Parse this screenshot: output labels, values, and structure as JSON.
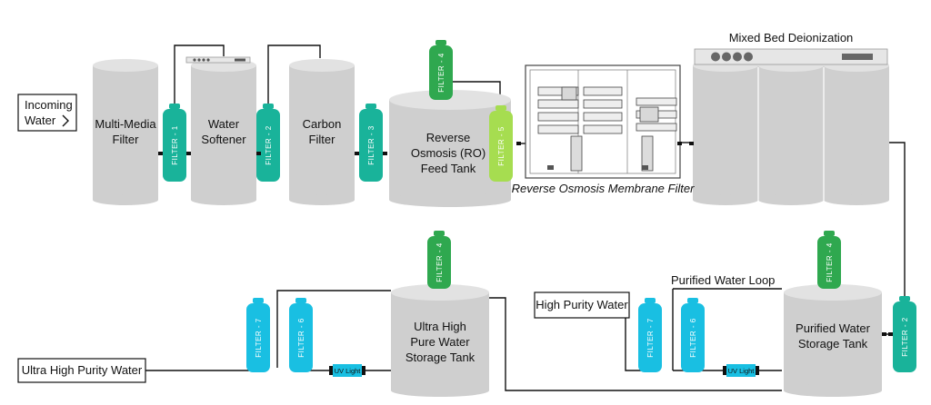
{
  "colors": {
    "tank": "#cfcfcf",
    "tank_top": "#e2e2e2",
    "filter_teal": "#19b39a",
    "filter_green": "#2fa84f",
    "filter_lime": "#a6dd50",
    "filter_cyan": "#19bfe2",
    "line": "#111111"
  },
  "labels": {
    "incoming_water_line1": "Incoming",
    "incoming_water_line2": "Water",
    "multimedia_line1": "Multi-Media",
    "multimedia_line2": "Filter",
    "softener_line1": "Water",
    "softener_line2": "Softener",
    "carbon_line1": "Carbon",
    "carbon_line2": "Filter",
    "ro_tank_line1": "Reverse",
    "ro_tank_line2": "Osmosis (RO)",
    "ro_tank_line3": "Feed Tank",
    "ro_membrane": "Reverse Osmosis Membrane Filter",
    "mixed_bed": "Mixed Bed Deionization",
    "purified_loop": "Purified Water Loop",
    "high_purity_water": "High Purity Water",
    "purified_tank_line1": "Purified Water",
    "purified_tank_line2": "Storage Tank",
    "uhp_tank_line1": "Ultra High",
    "uhp_tank_line2": "Pure Water",
    "uhp_tank_line3": "Storage Tank",
    "uhp_water": "Ultra High Purity Water"
  },
  "filters": {
    "f1": "FILTER - 1",
    "f2": "FILTER - 2",
    "f3": "FILTER - 3",
    "f4_top": "FILTER - 4",
    "f5": "FILTER - 5",
    "f2_right": "FILTER - 2",
    "f4_right": "FILTER - 4",
    "f6_right": "FILTER - 6",
    "f7_right": "FILTER - 7",
    "f4_mid": "FILTER - 4",
    "f6_left": "FILTER - 6",
    "f7_left": "FILTER - 7"
  },
  "uv": {
    "uv_left": "UV Light",
    "uv_right": "UV Light"
  }
}
